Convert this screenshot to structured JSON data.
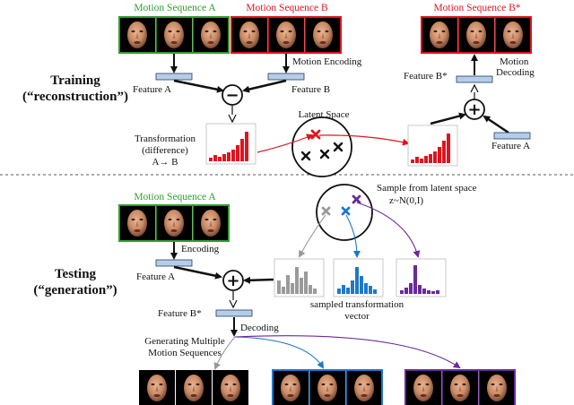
{
  "sections": {
    "training_title": "Training",
    "training_subtitle": "(“reconstruction”)",
    "testing_title": "Testing",
    "testing_subtitle": "(“generation”)"
  },
  "training": {
    "seq_a": "Motion Sequence A",
    "seq_b": "Motion Sequence B",
    "seq_b_star": "Motion Sequence B*",
    "motion_encoding": "Motion Encoding",
    "feature_a": "Feature A",
    "feature_b": "Feature B",
    "feature_b_star": "Feature B*",
    "motion_decoding_1": "Motion",
    "motion_decoding_2": "Decoding",
    "feature_a_right": "Feature A",
    "latent_space": "Latent Space",
    "transformation_1": "Transformation",
    "transformation_2": "(difference)",
    "transformation_3": "A→ B",
    "op_minus": "−",
    "op_plus": "+"
  },
  "testing": {
    "seq_a": "Motion Sequence A",
    "encoding": "Encoding",
    "feature_a": "Feature A",
    "feature_b_star": "Feature B*",
    "decoding": "Decoding",
    "sample_1": "Sample from latent space",
    "sample_2": "z~N(0,I)",
    "sampled_1": "sampled transformation",
    "sampled_2": "vector",
    "generating_1": "Generating Multiple",
    "generating_2": "Motion Sequences",
    "op_plus": "+"
  },
  "colors": {
    "green": "#2e9e2e",
    "red": "#e0141e",
    "gray": "#9a9a9a",
    "blue": "#1f78c8",
    "purple": "#6a2a9a",
    "feature_bar": "#b7cde6",
    "divider": "#555555"
  }
}
